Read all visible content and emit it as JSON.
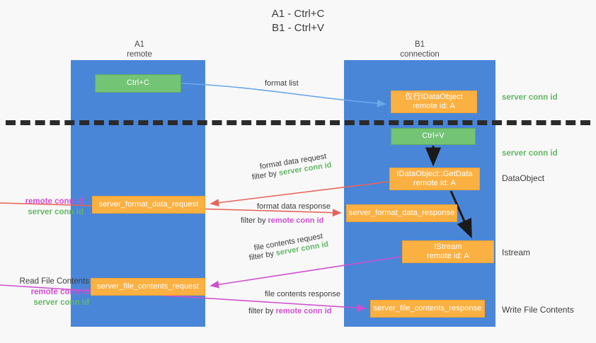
{
  "page": {
    "title_line1": "A1 - Ctrl+C",
    "title_line2": "B1 - Ctrl+V",
    "background": "#f8f8f8"
  },
  "colors": {
    "lane": "#4a86d8",
    "box_orange": "#fbb042",
    "box_green": "#74c476",
    "server_conn_id": "#63b765",
    "remote_conn_id": "#cf4fd0",
    "arrow_blue": "#6aa8e8",
    "arrow_red": "#e8635a",
    "arrow_magenta": "#cf4fd0",
    "arrow_black": "#1a1a1a",
    "divider": "#2b2b2b",
    "text": "#3c3c3c"
  },
  "lanes": {
    "left": {
      "name": "A1",
      "sub": "remote"
    },
    "right": {
      "name": "B1",
      "sub": "connection"
    }
  },
  "boxes": {
    "ctrl_c": {
      "line1": "Ctrl+C"
    },
    "idataobject": {
      "line1": "仅行IDataObject",
      "line2": "remote id: A"
    },
    "ctrl_v": {
      "line1": "Ctrl+V"
    },
    "getdata": {
      "line1": "IDataObject::GetData",
      "line2": "remote id: A"
    },
    "format_data_request": {
      "line1": "server_format_data_request"
    },
    "format_data_response": {
      "line1": "server_format_data_response"
    },
    "istream": {
      "line1": "IStream",
      "line2": "remote id: A"
    },
    "file_contents_request": {
      "line1": "server_file_contents_request"
    },
    "file_contents_response": {
      "line1": "server_file_contents_response"
    }
  },
  "side_labels": {
    "server_conn_id_1": "server conn id",
    "server_conn_id_2": "server conn id",
    "dataobject": "DataObject",
    "istream": "Istream",
    "write_file_contents": "Write File Contents",
    "read_file_contents": "Read File Contents",
    "remote_conn_id_a": "remote conn id",
    "server_conn_id_a": "server conn id",
    "remote_conn_id_b": "remote conn id",
    "server_conn_id_b": "server conn id"
  },
  "captions": {
    "format_list": "format list",
    "format_data_request": "format data request",
    "format_data_request_filter_prefix": "filter by ",
    "format_data_request_filter_value": "server conn id",
    "format_data_response": "format data response",
    "format_data_response_filter_prefix": "filter by ",
    "format_data_response_filter_value": "remote conn id",
    "file_contents_request": "file contents request",
    "file_contents_request_filter_prefix": "filter by ",
    "file_contents_request_filter_value": "server conn id",
    "file_contents_response": "file contents response",
    "file_contents_response_filter_prefix": "filter by ",
    "file_contents_response_filter_value": "remote conn id"
  }
}
